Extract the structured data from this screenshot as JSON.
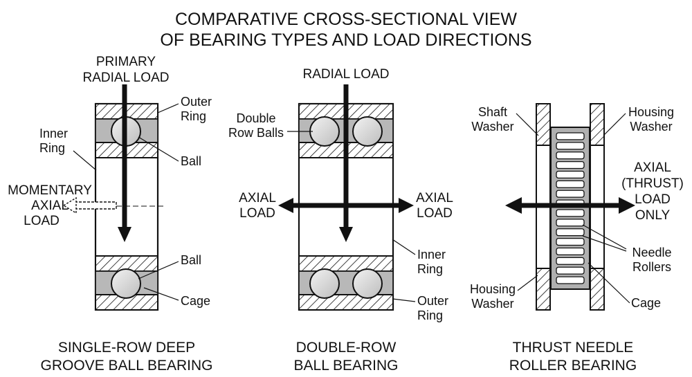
{
  "title": {
    "line1": "COMPARATIVE CROSS-SECTIONAL VIEW",
    "line2": "OF BEARING TYPES AND LOAD DIRECTIONS"
  },
  "colors": {
    "ink": "#111111",
    "ball_fill": "#d2d2d2",
    "race_fill": "#b4b4b4",
    "paper": "#ffffff"
  },
  "single_row": {
    "caption": {
      "line1": "SINGLE-ROW DEEP",
      "line2": "GROOVE BALL BEARING"
    },
    "load_primary": {
      "line1": "PRIMARY",
      "line2": "RADIAL LOAD"
    },
    "load_momentary": {
      "line1": "MOMENTARY",
      "line2": "AXIAL",
      "line3": "LOAD"
    },
    "labels": {
      "outer_ring": {
        "line1": "Outer",
        "line2": "Ring"
      },
      "inner_ring": {
        "line1": "Inner",
        "line2": "Ring"
      },
      "ball_top": "Ball",
      "ball_bottom": "Ball",
      "cage": "Cage"
    }
  },
  "double_row": {
    "caption": {
      "line1": "DOUBLE-ROW",
      "line2": "BALL BEARING"
    },
    "load_radial": "RADIAL LOAD",
    "load_axial_left": {
      "line1": "AXIAL",
      "line2": "LOAD"
    },
    "load_axial_right": {
      "line1": "AXIAL",
      "line2": "LOAD"
    },
    "labels": {
      "double_row_balls": {
        "line1": "Double",
        "line2": "Row Balls"
      },
      "inner_ring": {
        "line1": "Inner",
        "line2": "Ring"
      },
      "outer_ring": {
        "line1": "Outer",
        "line2": "Ring"
      }
    }
  },
  "thrust_needle": {
    "caption": {
      "line1": "THRUST NEEDLE",
      "line2": "ROLLER BEARING"
    },
    "load_axial": {
      "line1": "AXIAL",
      "line2": "(THRUST)",
      "line3": "LOAD",
      "line4": "ONLY"
    },
    "labels": {
      "shaft_washer": {
        "line1": "Shaft",
        "line2": "Washer"
      },
      "housing_washer_top": {
        "line1": "Housing",
        "line2": "Washer"
      },
      "housing_washer_bottom": {
        "line1": "Housing",
        "line2": "Washer"
      },
      "needle_rollers": {
        "line1": "Needle",
        "line2": "Rollers"
      },
      "cage": "Cage"
    }
  }
}
